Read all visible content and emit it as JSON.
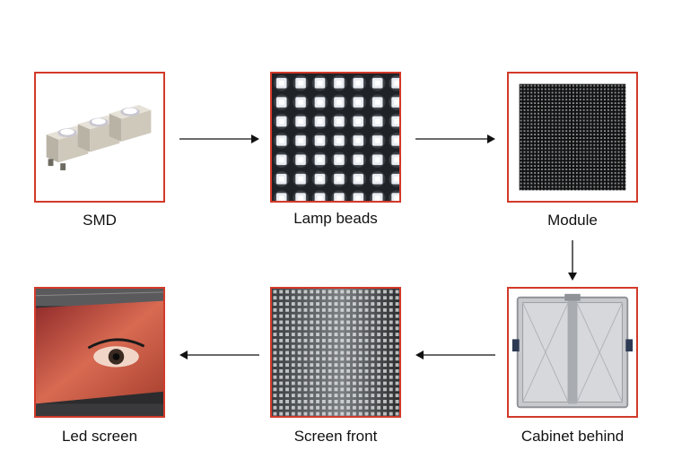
{
  "steps": [
    {
      "label": "SMD"
    },
    {
      "label": "Lamp beads"
    },
    {
      "label": "Module"
    },
    {
      "label": "Cabinet behind"
    },
    {
      "label": "Screen front"
    },
    {
      "label": "Led screen"
    }
  ],
  "colors": {
    "frame": "#d23a2a",
    "arrow": "#111111"
  }
}
